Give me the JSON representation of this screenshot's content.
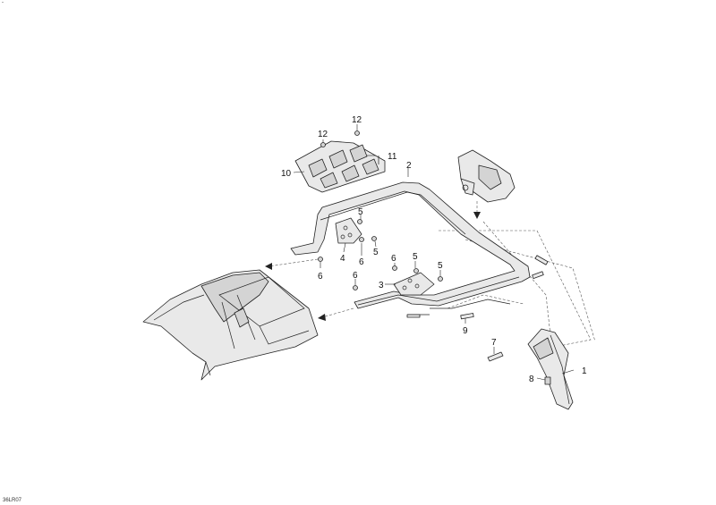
{
  "drawing": {
    "top_mark": "-",
    "code": "36LR07"
  },
  "callouts": [
    {
      "id": "c1",
      "text": "1"
    },
    {
      "id": "c2",
      "text": "2"
    },
    {
      "id": "c3",
      "text": "3"
    },
    {
      "id": "c4",
      "text": "4"
    },
    {
      "id": "c5a",
      "text": "5"
    },
    {
      "id": "c5b",
      "text": "5"
    },
    {
      "id": "c5c",
      "text": "5"
    },
    {
      "id": "c5d",
      "text": "5"
    },
    {
      "id": "c6a",
      "text": "6"
    },
    {
      "id": "c6b",
      "text": "6"
    },
    {
      "id": "c6c",
      "text": "6"
    },
    {
      "id": "c6d",
      "text": "6"
    },
    {
      "id": "c7",
      "text": "7"
    },
    {
      "id": "c8",
      "text": "8"
    },
    {
      "id": "c9",
      "text": "9"
    },
    {
      "id": "c10",
      "text": "10"
    },
    {
      "id": "c11",
      "text": "11"
    },
    {
      "id": "c12a",
      "text": "12"
    },
    {
      "id": "c12b",
      "text": "12"
    }
  ]
}
